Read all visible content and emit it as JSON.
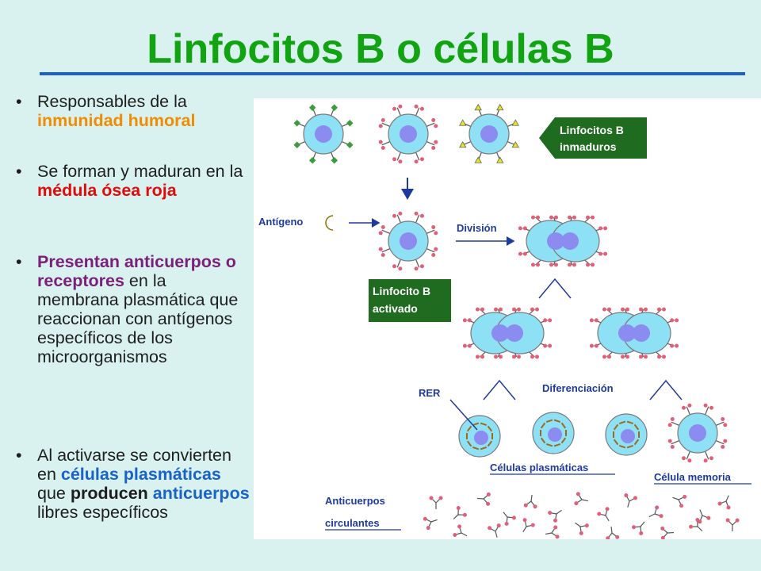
{
  "title": "Linfocitos B o células B",
  "bullets": [
    [
      {
        "text": "Responsables de la "
      },
      {
        "text": "inmunidad humoral",
        "style": "orange"
      }
    ],
    [
      {
        "text": "Se forman y maduran en la "
      },
      {
        "text": "médula ósea roja",
        "style": "red"
      }
    ],
    [
      {
        "text": "Presentan anticuerpos o receptores",
        "style": "purple"
      },
      {
        "text": " en la membrana plasmática que reaccionan con antígenos específicos de los microorganismos"
      }
    ],
    [
      {
        "text": "Al activarse se convierten en "
      },
      {
        "text": "células plasmáticas",
        "style": "blue"
      },
      {
        "text": " que "
      },
      {
        "text": "producen",
        "style": "bold"
      },
      {
        "text": " "
      },
      {
        "text": "anticuerpos",
        "style": "blue"
      },
      {
        "text": " libres específicos"
      }
    ]
  ],
  "diagram": {
    "label_immature_line1": "Linfocitos B",
    "label_immature_line2": "inmaduros",
    "label_antigen": "Antígeno",
    "label_division": "División",
    "label_activated_line1": "Linfocito B",
    "label_activated_line2": "activado",
    "label_rer": "RER",
    "label_differentiation": "Diferenciación",
    "label_plasma_cells": "Células plasmáticas",
    "label_memory_cell": "Célula memoria",
    "label_antibodies_line1": "Anticuerpos",
    "label_antibodies_line2": "circulantes"
  },
  "colors": {
    "background": "#d9f2ef",
    "title": "#12a312",
    "title_rule": "#1f5fcc",
    "panel": "#ffffff",
    "cell": "#8ee0f5",
    "nucleus": "#8c8cf0",
    "label_box": "#1f6b1f",
    "label_text": "#ffffff",
    "diagram_text": "#1f3a9e"
  }
}
